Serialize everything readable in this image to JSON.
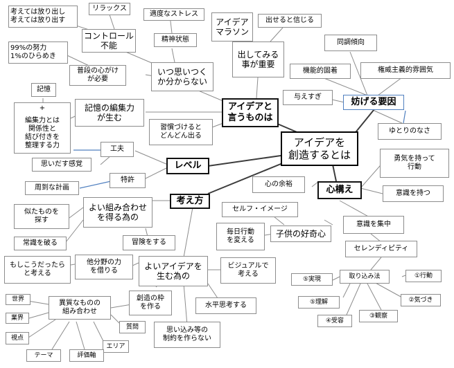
{
  "center": "アイデアを\n創造するとは",
  "nodes": {
    "kangaeteha": "考えては放り出し\n考えては放り出す",
    "relax": "リラックス",
    "stress": "適度なストレス",
    "idea_marathon": "アイデア\nマラソン",
    "dasetoshinjiru": "出せると信じる",
    "control": "コントロール\n不能",
    "seishin": "精神状態",
    "doryoku": "99%の努力\n1%のひらめき",
    "dashitemiru": "出してみる\n事が重要",
    "docho": "同調傾向",
    "fudan": "普段の心がけ\nが必要",
    "itsu": "いつ思いつく\nか分からない",
    "kinoteki": "機能的固着",
    "kenishugi": "権威主義的雰囲気",
    "kioku": "記憶",
    "ataesugi": "与えすぎ",
    "samatageru": "妨げる要因",
    "plus": "+",
    "kioku_henshu": "記憶の編集力\nが生む",
    "ideato": "アイデアと\n言うものは",
    "henshu": "編集力とは\n関係性と\n結び付きを\n整理する力",
    "yutori_nasa": "ゆとりのなさ",
    "shukan": "習慣づけると\nどんどん出る",
    "kufu": "工夫",
    "yuki": "勇気を持って\n行動",
    "omoidasu": "思いだす感覚",
    "level": "レベル",
    "kokoro_yoyu": "心の余裕",
    "kokorogamae": "心構え",
    "tokkyo": "特許",
    "ishiki_motsu": "意識を持つ",
    "shuto": "周到な計画",
    "kangaekata": "考え方",
    "self_image": "セルフ・イメージ",
    "nitamono": "似たものを\n探す",
    "yoi_kumiawase": "よい組み合わせ\nを得る為の",
    "mainichi": "毎日行動\nを変える",
    "kodomo": "子供の好奇心",
    "ishiki_shuchu": "意識を集中",
    "joshiki": "常識を破る",
    "boken": "冒険をする",
    "serendipity": "セレンディピティ",
    "moshi": "もしこうだったら\nと考える",
    "tabunya": "他分野の力\nを借りる",
    "yoi_idea": "よいアイデアを\n生む為の",
    "visual": "ビジュアルで\n考える",
    "torikomi": "取り込み法",
    "c1": "①行動",
    "c5": "⑤実現",
    "sekai": "世界",
    "isitsu": "異質なものの\n組み合わせ",
    "soshi_waku": "創造の枠\nを作る",
    "suihei": "水平思考する",
    "c2": "②気づき",
    "c3": "⑤理解",
    "gyokai": "業界",
    "c4": "④受容",
    "c6": "③観察",
    "shitsumon": "質問",
    "shiten": "視点",
    "omoikomi": "思い込み等の\n制約を作らない",
    "area": "エリア",
    "theme": "テーマ",
    "hyokajiku": "評価軸"
  }
}
